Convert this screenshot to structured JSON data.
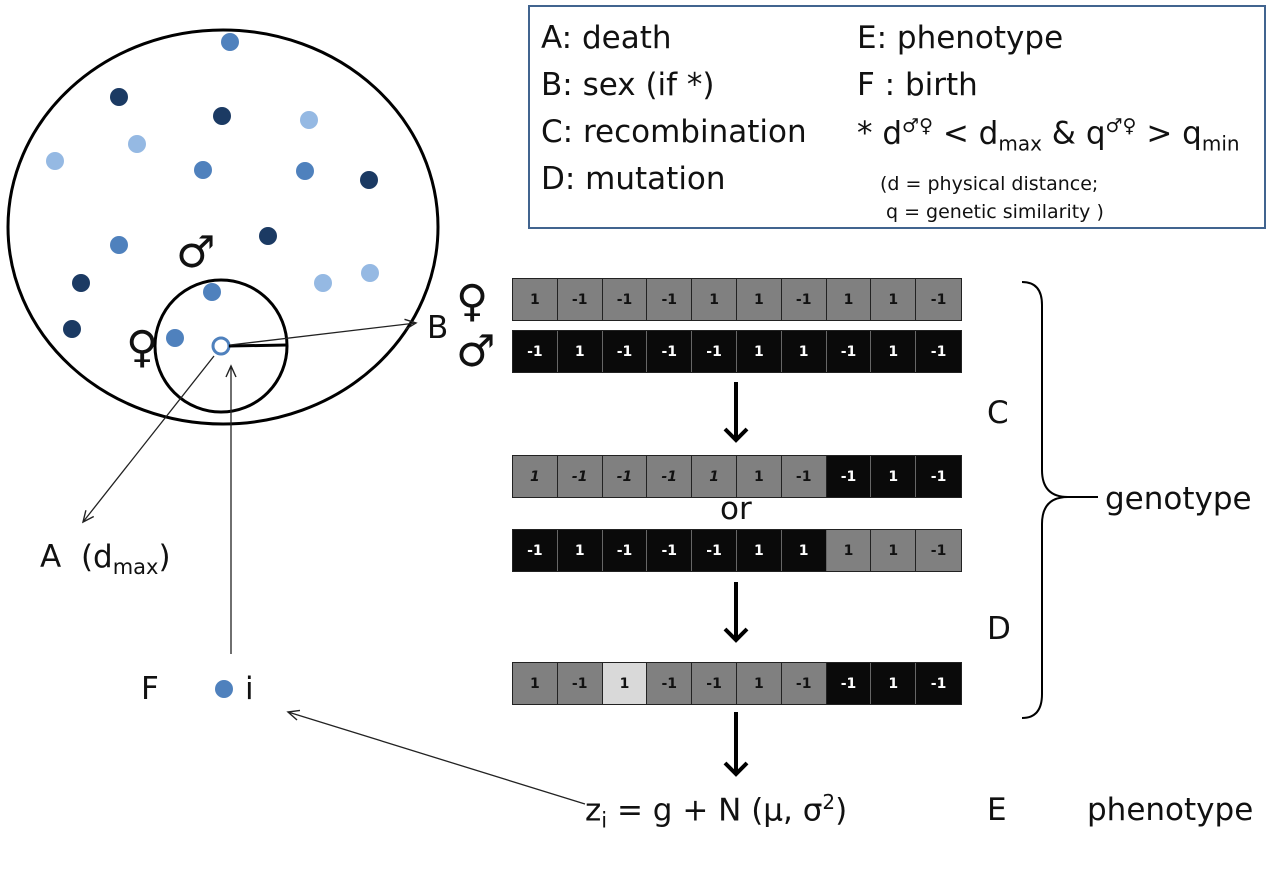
{
  "legend": {
    "a": "A: death",
    "b": "B:  sex (if *)",
    "c": "C: recombination",
    "d": "D: mutation",
    "e": "E:  phenotype",
    "f": "F : birth",
    "cond_star": "* d",
    "cond_lt": " < d",
    "cond_max": "max",
    "cond_amp": " & q",
    "cond_gt": " > q",
    "cond_min": "min",
    "sexpair": "♂♀",
    "note1": "(d = physical distance;",
    "note2": "q = genetic similarity )"
  },
  "genomes": {
    "female": [
      "1",
      "-1",
      "-1",
      "-1",
      "1",
      "1",
      "-1",
      "1",
      "1",
      "-1"
    ],
    "male": [
      "-1",
      "1",
      "-1",
      "-1",
      "-1",
      "1",
      "1",
      "-1",
      "1",
      "-1"
    ],
    "recomb1": [
      "1",
      "-1",
      "-1",
      "-1",
      "1",
      "1",
      "-1",
      "-1",
      "1",
      "-1"
    ],
    "recomb2": [
      "-1",
      "1",
      "-1",
      "-1",
      "-1",
      "1",
      "1",
      "1",
      "1",
      "-1"
    ],
    "mutated": [
      "1",
      "-1",
      "1",
      "-1",
      "-1",
      "1",
      "-1",
      "-1",
      "1",
      "-1"
    ]
  },
  "labels": {
    "or": "or",
    "C": "C",
    "D": "D",
    "E": "E",
    "B": "B",
    "F": "F",
    "i": "i",
    "genotype": "genotype",
    "phenotype": "phenotype",
    "A_label": "A",
    "A_paren_open": "(d",
    "A_sub": "max",
    "A_paren_close": ")",
    "formula_z": "z",
    "formula_sub": "i",
    "formula_mid": " = g + N (μ, σ",
    "formula_sup": "2",
    "formula_end": ")"
  },
  "symbols": {
    "female": "♀",
    "male": "♂"
  },
  "colors": {
    "dark": "#1b3a63",
    "mid": "#4f81bd",
    "light": "#95b9e3",
    "box_border": "#41648f"
  }
}
